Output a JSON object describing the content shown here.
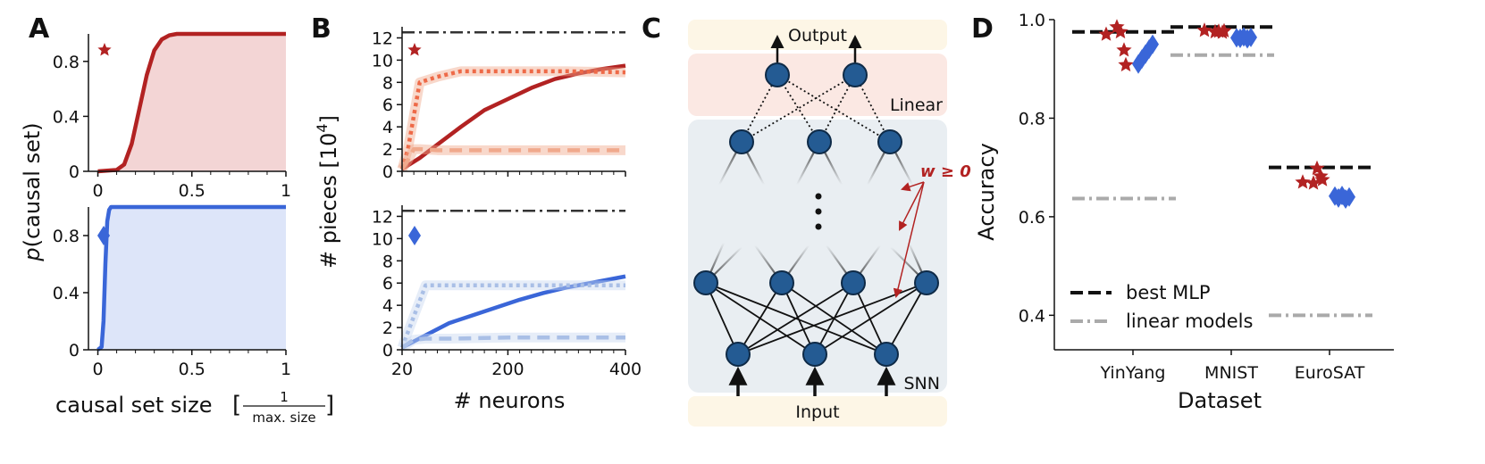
{
  "panels": {
    "A": "A",
    "B": "B",
    "C": "C",
    "D": "D"
  },
  "colors": {
    "red": "#b22222",
    "red_light": "#f3d5d5",
    "salmon": "#ee6a48",
    "salmon_light": "#f0a98c",
    "blue": "#3a66d8",
    "blue_light": "#dde5f9",
    "blue_pale": "#a9bfe6",
    "node": "#245b93",
    "black_dash": "#111111",
    "grey_dash": "#aaaaaa",
    "chart_bg": "#e9eef2",
    "io_bg": "#fdf6e6",
    "linear_bg": "#fbe8e3"
  },
  "icons": {
    "star": "star-icon",
    "diamond": "diamond-icon"
  },
  "chart_data": [
    {
      "id": "A_top",
      "type": "area",
      "xlabel": "",
      "ylabel": "p(causal set)",
      "xlim": [
        -0.05,
        1.0
      ],
      "ylim": [
        0,
        1.0
      ],
      "xticks": [
        "0",
        "0.5",
        "1"
      ],
      "yticks": [
        "0",
        "0.4",
        "0.8"
      ],
      "marker": "star",
      "series": [
        {
          "x": [
            0,
            0.1,
            0.14,
            0.18,
            0.22,
            0.26,
            0.3,
            0.34,
            0.38,
            0.42,
            0.5,
            0.6,
            0.8,
            1.0
          ],
          "y": [
            0,
            0.01,
            0.05,
            0.2,
            0.45,
            0.7,
            0.88,
            0.96,
            0.99,
            1.0,
            1.0,
            1.0,
            1.0,
            1.0
          ]
        }
      ]
    },
    {
      "id": "A_bottom",
      "type": "area",
      "xlabel": "causal set size",
      "xlabel_frac_num": "1",
      "xlabel_frac_den": "max. size",
      "xlim": [
        -0.05,
        1.0
      ],
      "ylim": [
        0,
        1.0
      ],
      "xticks": [
        "0",
        "0.5",
        "1"
      ],
      "yticks": [
        "0",
        "0.4",
        "0.8"
      ],
      "marker": "diamond",
      "series": [
        {
          "x": [
            0,
            0.02,
            0.03,
            0.04,
            0.05,
            0.06,
            0.07,
            0.1,
            1.0
          ],
          "y": [
            0,
            0.02,
            0.2,
            0.6,
            0.9,
            0.98,
            1.0,
            1.0,
            1.0
          ]
        }
      ]
    },
    {
      "id": "B_top",
      "type": "line",
      "ylabel": "# pieces [10⁴]",
      "xlim": [
        0,
        400
      ],
      "ylim": [
        0,
        13
      ],
      "yticks": [
        "0",
        "2",
        "4",
        "6",
        "8",
        "10",
        "12"
      ],
      "reference_line": 12.5,
      "marker": "star",
      "series": [
        {
          "style": "solid",
          "x": [
            20,
            50,
            80,
            120,
            160,
            200,
            240,
            280,
            320,
            360,
            400
          ],
          "y": [
            0.2,
            1.2,
            2.4,
            4.0,
            5.5,
            6.5,
            7.5,
            8.3,
            8.8,
            9.2,
            9.5
          ]
        },
        {
          "style": "dotted",
          "x": [
            20,
            30,
            40,
            50,
            80,
            120,
            160,
            200,
            300,
            400
          ],
          "y": [
            0.2,
            2.0,
            5.0,
            8.0,
            8.5,
            9.0,
            9.0,
            9.0,
            9.0,
            8.9
          ]
        },
        {
          "style": "dashed",
          "x": [
            20,
            30,
            40,
            50,
            80,
            120,
            200,
            300,
            400
          ],
          "y": [
            0.2,
            1.0,
            2.0,
            2.0,
            1.9,
            1.9,
            1.9,
            1.9,
            1.9
          ]
        }
      ]
    },
    {
      "id": "B_bottom",
      "type": "line",
      "xlabel": "# neurons",
      "xlim": [
        0,
        400
      ],
      "ylim": [
        0,
        13
      ],
      "xticks": [
        "20",
        "200",
        "400"
      ],
      "yticks": [
        "0",
        "2",
        "4",
        "6",
        "8",
        "10",
        "12"
      ],
      "reference_line": 12.5,
      "marker": "diamond",
      "series": [
        {
          "style": "solid",
          "x": [
            20,
            60,
            100,
            140,
            180,
            220,
            240,
            260,
            300,
            340,
            400
          ],
          "y": [
            0.2,
            1.3,
            2.4,
            3.1,
            3.8,
            4.5,
            4.8,
            5.1,
            5.6,
            6.0,
            6.6
          ]
        },
        {
          "style": "dotted",
          "x": [
            20,
            40,
            60,
            80,
            120,
            200,
            300,
            400
          ],
          "y": [
            0.2,
            3.0,
            5.8,
            5.8,
            5.8,
            5.8,
            5.8,
            5.8
          ]
        },
        {
          "style": "dashed",
          "x": [
            20,
            40,
            60,
            100,
            200,
            300,
            400
          ],
          "y": [
            0.2,
            0.9,
            1.0,
            1.0,
            1.1,
            1.1,
            1.1
          ]
        }
      ]
    },
    {
      "id": "D",
      "type": "scatter",
      "xlabel": "Dataset",
      "ylabel": "Accuracy",
      "categories": [
        "YinYang",
        "MNIST",
        "EuroSAT"
      ],
      "ylim": [
        0.33,
        1.0
      ],
      "yticks": [
        "0.4",
        "0.6",
        "0.8",
        "1.0"
      ],
      "legend": [
        {
          "label": "best MLP",
          "style": "dashed"
        },
        {
          "label": "linear models",
          "style": "dashdot"
        }
      ],
      "legend_loc": "lower-left",
      "best_mlp": [
        0.975,
        0.985,
        0.7
      ],
      "linear_models": [
        0.637,
        0.928,
        0.4
      ],
      "series": [
        {
          "marker": "star",
          "points": [
            [
              0,
              0.97
            ],
            [
              0,
              0.985
            ],
            [
              0,
              0.975
            ],
            [
              0,
              0.938
            ],
            [
              0,
              0.908
            ]
          ]
        },
        {
          "marker": "diamond",
          "points": [
            [
              0,
              0.91
            ],
            [
              0,
              0.92
            ],
            [
              0,
              0.93
            ],
            [
              0,
              0.94
            ],
            [
              0,
              0.95
            ]
          ]
        },
        {
          "marker": "star",
          "points": [
            [
              1,
              0.978
            ],
            [
              1,
              0.975
            ],
            [
              1,
              0.976
            ],
            [
              1,
              0.974
            ],
            [
              1,
              0.977
            ]
          ]
        },
        {
          "marker": "diamond",
          "points": [
            [
              1,
              0.963
            ],
            [
              1,
              0.962
            ],
            [
              1,
              0.965
            ],
            [
              1,
              0.961
            ],
            [
              1,
              0.964
            ]
          ]
        },
        {
          "marker": "star",
          "points": [
            [
              2,
              0.67
            ],
            [
              2,
              0.668
            ],
            [
              2,
              0.698
            ],
            [
              2,
              0.682
            ],
            [
              2,
              0.675
            ]
          ]
        },
        {
          "marker": "diamond",
          "points": [
            [
              2,
              0.642
            ],
            [
              2,
              0.638
            ],
            [
              2,
              0.643
            ],
            [
              2,
              0.636
            ],
            [
              2,
              0.64
            ]
          ]
        }
      ]
    }
  ],
  "diagram": {
    "output_label": "Output",
    "linear_label": "Linear",
    "snn_label": "SNN",
    "input_label": "Input",
    "weight_label": "w ≥ 0"
  }
}
